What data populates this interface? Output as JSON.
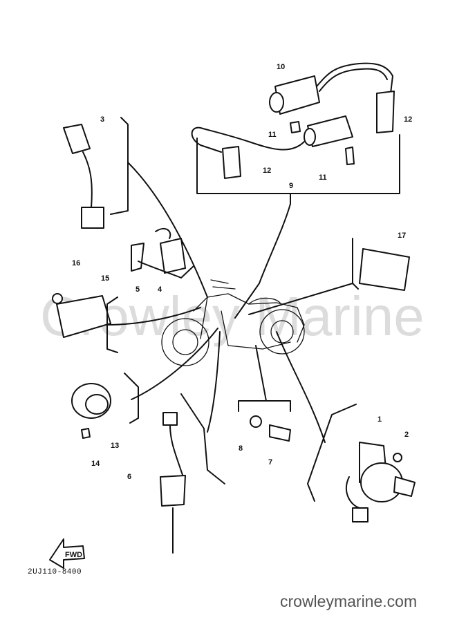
{
  "watermark": "Crowley Marine",
  "site_url": "crowleymarine.com",
  "drawing_code": "2UJ110-8400",
  "fwd_label": "FWD",
  "callouts": {
    "c1": "1",
    "c2": "2",
    "c3": "3",
    "c4": "4",
    "c5": "5",
    "c6": "6",
    "c7": "7",
    "c8": "8",
    "c9": "9",
    "c10": "10",
    "c11a": "11",
    "c11b": "11",
    "c12a": "12",
    "c12b": "12",
    "c13": "13",
    "c14": "14",
    "c15": "15",
    "c16": "16",
    "c17": "17"
  }
}
